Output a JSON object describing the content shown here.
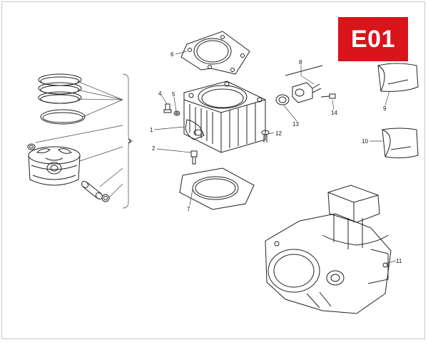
{
  "diagram": {
    "code": "E01",
    "callouts": {
      "c1": "1",
      "c2": "2",
      "c3": "3",
      "c4": "4",
      "c5": "5",
      "c6": "6",
      "c7": "7",
      "c8": "8",
      "c9": "9",
      "c10": "10",
      "c11": "11",
      "c12": "12",
      "c13": "13",
      "c14": "14"
    }
  },
  "colors": {
    "badge": "#d9141b",
    "line": "#222222",
    "leader": "#444444",
    "frame": "#c9c9c9"
  }
}
